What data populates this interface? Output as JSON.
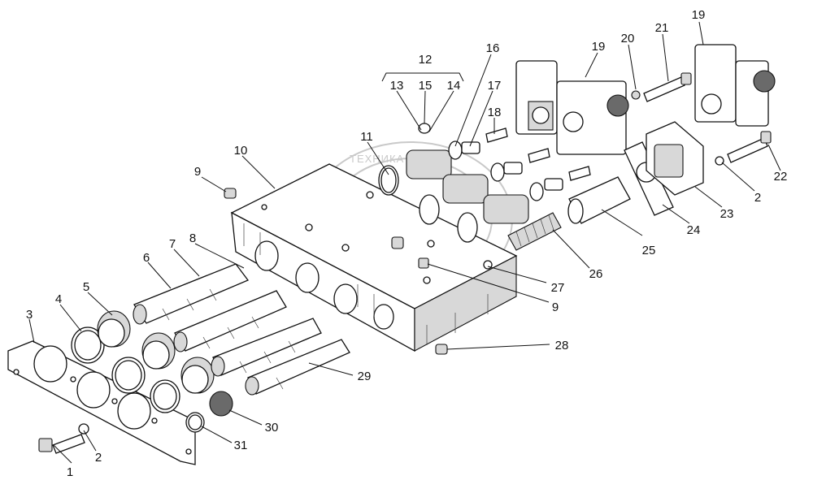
{
  "watermark": {
    "text": "ТЕХНИКА"
  },
  "callouts": [
    "1",
    "2",
    "3",
    "4",
    "5",
    "6",
    "7",
    "8",
    "9",
    "10",
    "11",
    "12",
    "13",
    "15",
    "14",
    "16",
    "17",
    "18",
    "19",
    "19",
    "20",
    "21",
    "22",
    "2",
    "23",
    "24",
    "25",
    "26",
    "27",
    "9",
    "28",
    "29",
    "30",
    "31"
  ]
}
